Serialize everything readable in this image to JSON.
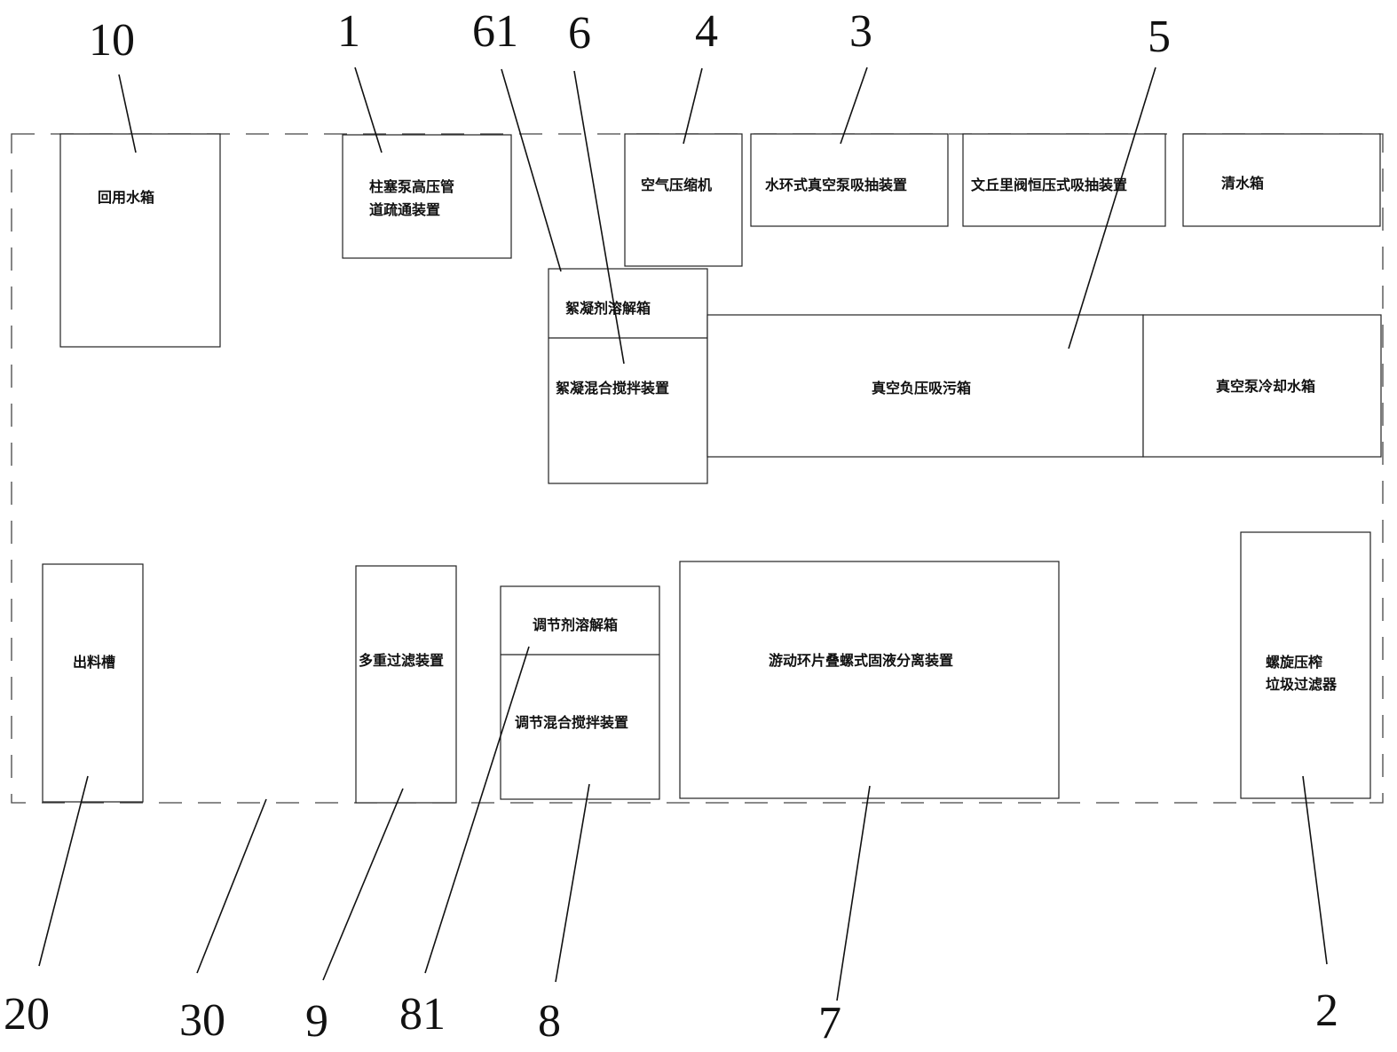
{
  "diagram": {
    "components": {
      "reuse_tank": "回用水箱",
      "plunger_pump_1": "柱塞泵高压管",
      "plunger_pump_2": "道疏通装置",
      "air_compressor": "空气压缩机",
      "water_ring_vacuum": "水环式真空泵吸抽装置",
      "venturi_suction": "文丘里阀恒压式吸抽装置",
      "clean_water_tank": "清水箱",
      "flocculant_dissolving_tank": "絮凝剂溶解箱",
      "floc_mixing": "絮凝混合搅拌装置",
      "vacuum_sewage_tank": "真空负压吸污箱",
      "vacuum_pump_cooling_tank": "真空泵冷却水箱",
      "discharge_trough": "出料槽",
      "multi_filter": "多重过滤装置",
      "regulator_dissolving_tank": "调节剂溶解箱",
      "regulator_mixing": "调节混合搅拌装置",
      "screw_separator": "游动环片叠螺式固液分离装置",
      "spiral_filter_1": "螺旋压榨",
      "spiral_filter_2": "垃圾过滤器"
    },
    "reference_numbers": {
      "n10": "10",
      "n1": "1",
      "n61": "61",
      "n6": "6",
      "n4": "4",
      "n3": "3",
      "n5": "5",
      "n20": "20",
      "n30": "30",
      "n9": "9",
      "n81": "81",
      "n8": "8",
      "n7": "7",
      "n2": "2"
    }
  }
}
